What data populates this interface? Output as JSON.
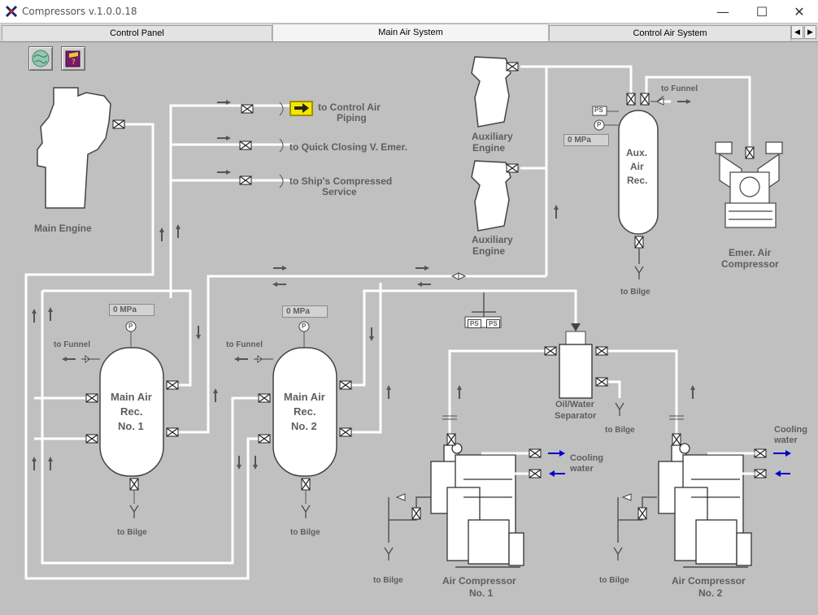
{
  "window": {
    "title": "Compressors  v.1.0.0.18",
    "minimize": "—",
    "maximize": "☐",
    "close": "✕"
  },
  "tabs": [
    {
      "label": "Control Panel",
      "active": false
    },
    {
      "label": "Main Air System",
      "active": true
    },
    {
      "label": "Control Air System",
      "active": false
    }
  ],
  "tab_scroll": {
    "left": "◀",
    "right": "▶"
  },
  "toolbar": {
    "icons": [
      "globe-icon",
      "help-book-icon"
    ]
  },
  "outlets": {
    "control_air_line1": "to Control Air",
    "control_air_line2": "Piping",
    "quick_closing": "to Quick Closing V. Emer.",
    "ships_service_line1": "to Ship's Compressed",
    "ships_service_line2": "Service"
  },
  "main_engine": {
    "label": "Main Engine"
  },
  "aux_engine_1": {
    "line1": "Auxiliary",
    "line2": "Engine"
  },
  "aux_engine_2": {
    "line1": "Auxiliary",
    "line2": "Engine"
  },
  "aux_receiver": {
    "line1": "Aux.",
    "line2": "Air",
    "line3": "Rec.",
    "pressure": "0 MPa",
    "funnel": "to Funnel",
    "bilge": "to Bilge",
    "ps_label": "PS",
    "p_label": "P"
  },
  "emer_compressor": {
    "line1": "Emer. Air",
    "line2": "Compressor"
  },
  "receiver_1": {
    "line1": "Main Air",
    "line2": "Rec.",
    "line3": "No. 1",
    "pressure": "0 MPa",
    "funnel": "to Funnel",
    "bilge": "to Bilge",
    "p_label": "P"
  },
  "receiver_2": {
    "line1": "Main Air",
    "line2": "Rec.",
    "line3": "No. 2",
    "pressure": "0 MPa",
    "funnel": "to Funnel",
    "bilge": "to Bilge",
    "p_label": "P"
  },
  "separator": {
    "line1": "Oil/Water",
    "line2": "Separator",
    "bilge": "to Bilge",
    "ps1": "PS",
    "ps2": "PS"
  },
  "compressor_1": {
    "line1": "Air Compressor",
    "line2": "No. 1",
    "cooling_line1": "Cooling",
    "cooling_line2": "water",
    "bilge": "to Bilge"
  },
  "compressor_2": {
    "line1": "Air Compressor",
    "line2": "No. 2",
    "cooling_line1": "Cooling",
    "cooling_line2": "water",
    "bilge": "to Bilge"
  },
  "colors": {
    "pipe": "#ffffff",
    "label": "#5e5e5e",
    "background": "#c0c0c0",
    "highlight": "#f5e600",
    "cooling_arrow": "#0000cc"
  }
}
